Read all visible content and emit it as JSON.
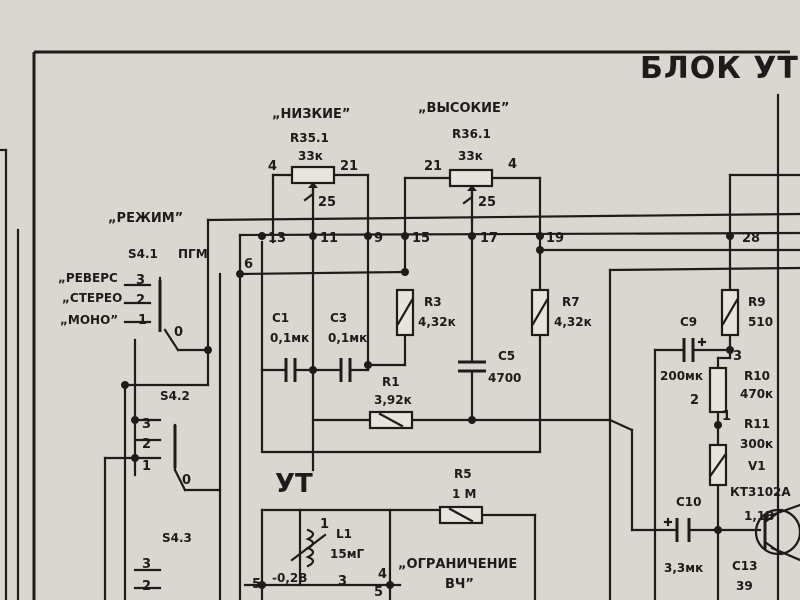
{
  "title": "БЛОК УТ",
  "block_label": "УТ",
  "controls": {
    "low": "„НИЗКИЕ”",
    "high": "„ВЫСОКИЕ”",
    "mode": "„РЕЖИМ”",
    "limit_line1": "„ОГРАНИЧЕНИЕ",
    "limit_line2": "ВЧ”"
  },
  "switch": {
    "s41": "S4.1",
    "s41_suffix": "ПГМ",
    "s42": "S4.2",
    "s43": "S4.3",
    "reverse": "„РЕВЕРС",
    "stereo": "„СТЕРЕО",
    "mono": "„МОНО”",
    "pos0": "0",
    "pos1": "1",
    "pos2": "2",
    "pos3": "3"
  },
  "components": {
    "r35": {
      "ref": "R35.1",
      "value": "33к"
    },
    "r36": {
      "ref": "R36.1",
      "value": "33к"
    },
    "r3": {
      "ref": "R3",
      "value": "4,32к"
    },
    "r7": {
      "ref": "R7",
      "value": "4,32к"
    },
    "r1": {
      "ref": "R1",
      "value": "3,92к"
    },
    "r5": {
      "ref": "R5",
      "value": "1 М"
    },
    "r9": {
      "ref": "R9",
      "value": "510"
    },
    "r10": {
      "ref": "R10",
      "value": "470к"
    },
    "r11": {
      "ref": "R11",
      "value": "300к"
    },
    "c1": {
      "ref": "C1",
      "value": "0,1мк"
    },
    "c3": {
      "ref": "C3",
      "value": "0,1мк"
    },
    "c5": {
      "ref": "C5",
      "value": "4700"
    },
    "c9": {
      "ref": "C9",
      "value": "200мк"
    },
    "c10": {
      "ref": "C10",
      "value": "3,3мк"
    },
    "c13": {
      "ref": "C13",
      "value": "39"
    },
    "l1": {
      "ref": "L1",
      "value": "15мГ",
      "voltage": "-0,2В"
    },
    "v1": {
      "ref": "V1",
      "value": "КТ3102А",
      "voltage": "1,1В"
    }
  },
  "pins": {
    "p4a": "4",
    "p21a": "21",
    "p25a": "25",
    "p21b": "21",
    "p4b": "4",
    "p25b": "25",
    "p13": "13",
    "p11": "11",
    "p9": "9",
    "p15": "15",
    "p17": "17",
    "p19": "19",
    "p28": "28",
    "p6": "6",
    "p5": "5",
    "r10_2": "2",
    "r10_3": "3",
    "r10_1": "1",
    "l1_1": "1",
    "l1_3": "3",
    "l1_4": "4",
    "l1_5": "5"
  }
}
